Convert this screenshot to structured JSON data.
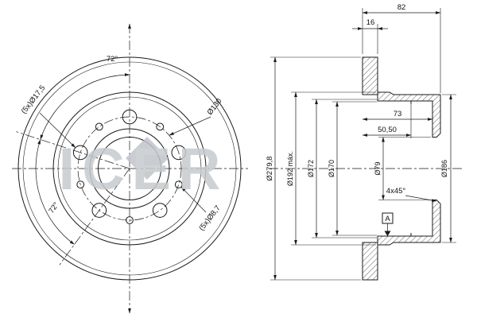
{
  "watermark": {
    "text": "ICER"
  },
  "front_view": {
    "angle_top": "72°",
    "angle_side": "72°",
    "mount_holes": "(5x)Ø17,5",
    "pcd": "Ø130",
    "small_holes": "(5x)Ø8,7"
  },
  "section_view": {
    "height_overall": "82",
    "disc_thickness": "16",
    "depth_total": "73",
    "depth_step": "50,50",
    "outer_diameter": "Ø279,8",
    "max_diameter": "Ø192 máx.",
    "diameter_172": "Ø172",
    "diameter_170": "Ø170",
    "center_bore": "Ø79",
    "diameter_186": "Ø186",
    "chamfer": "4x45°",
    "datum": "A"
  },
  "colors": {
    "line": "#1a1a1a",
    "watermark": "#c7cbce"
  }
}
